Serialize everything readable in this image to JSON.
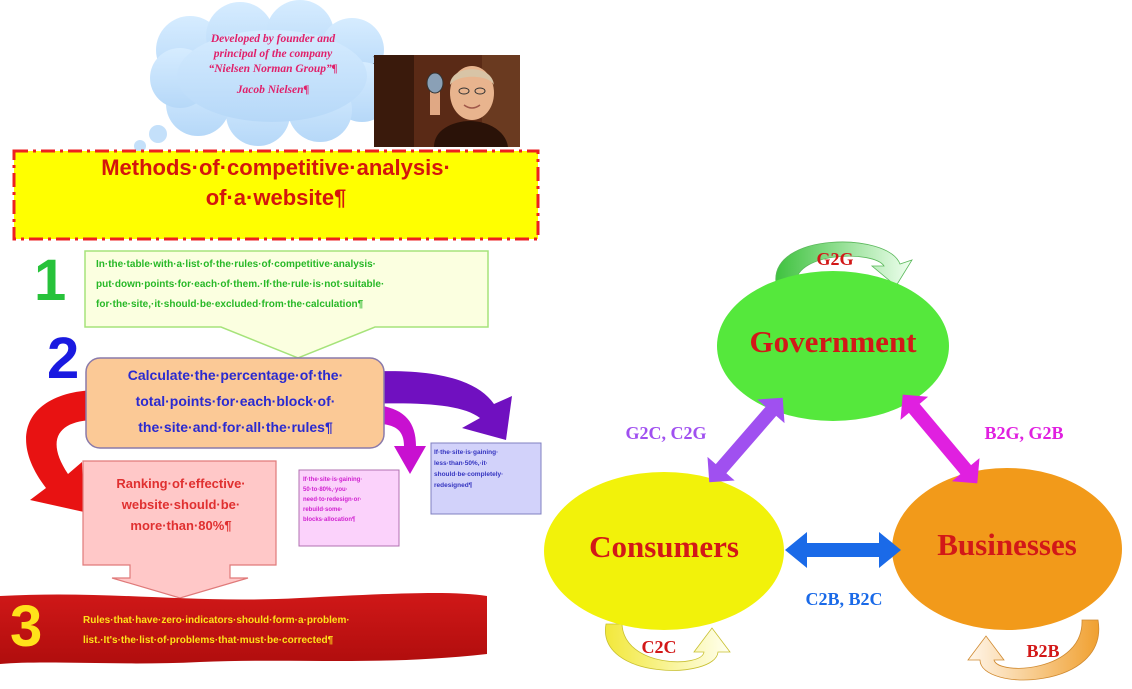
{
  "left_infographic": {
    "cloud_lines": [
      "Developed by founder and",
      "principal of the company",
      "“Nielsen Norman Group”¶"
    ],
    "cloud_name": "Jacob Nielsen¶",
    "footnote_ref": "1",
    "title_lines": [
      "Methods·of·competitive·analysis·",
      "of·a·website¶"
    ],
    "steps": [
      {
        "number": "1",
        "color": "#27c23a",
        "lines": [
          "In·the·table·with·a·list·of·the·rules·of·competitive·analysis·",
          "put·down·points·for·each·of·them.·If·the·rule·is·not·suitable·",
          "for·the·site,·it·should·be·excluded·from·the·calculation¶"
        ]
      },
      {
        "number": "2",
        "color": "#1a1ae0",
        "lines": [
          "Calculate·the·percentage·of·the·",
          "total·points·for·each·block·of·",
          "the·site·and·for·all·the·rules¶"
        ]
      },
      {
        "number": "3",
        "color": "#ffe21a",
        "lines": [
          "Rules·that·have·zero·indicators·should·form·a·problem·",
          "list.·It's·the·list·of·problems·that·must·be·corrected¶"
        ]
      }
    ],
    "ranking_lines": [
      "Ranking·of·effective·",
      "website·should·be·",
      "more·than·80%¶"
    ],
    "note_50_80_lines": [
      "If·the·site·is·gaining·",
      "50·to·80%,·you·",
      "need·to·redesign·or·",
      "rebuild·some·",
      "blocks·allocation¶"
    ],
    "note_below_50_lines": [
      "If·the·site·is·gaining·",
      "less·than·50%,·it·",
      "should·be·completely·",
      "redesigned¶"
    ]
  },
  "right_diagram": {
    "nodes": {
      "government": {
        "label": "Government",
        "fill": "#55e83c"
      },
      "consumers": {
        "label": "Consumers",
        "fill": "#f2f20a"
      },
      "businesses": {
        "label": "Businesses",
        "fill": "#f29a1a"
      }
    },
    "self_loops": {
      "government": "G2G",
      "consumers": "C2C",
      "businesses": "B2B"
    },
    "edges": {
      "government_consumers": {
        "label": "G2C, C2G",
        "color": "#a050f0"
      },
      "government_businesses": {
        "label": "B2G, G2B",
        "color": "#e020e0"
      },
      "consumers_businesses": {
        "label": "C2B, B2C",
        "color": "#1a6ae8"
      }
    },
    "node_text_color": "#d21818"
  }
}
